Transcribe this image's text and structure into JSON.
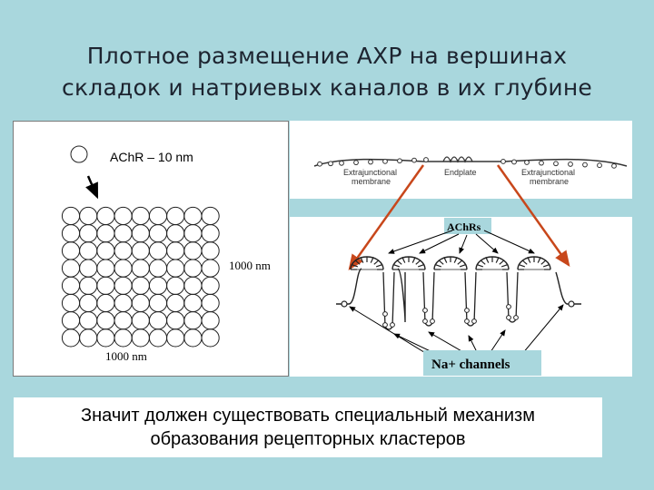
{
  "title": {
    "line1": "Плотное размещение АХР на вершинах",
    "line2": "складок и натриевых каналов в их глубине"
  },
  "left_diagram": {
    "single_circle_label": "AChR – 10 nm",
    "side_label": "1000 nm",
    "bottom_label": "1000 nm"
  },
  "right_diagram": {
    "label_extrajunctional_left_1": "Extrajunctional",
    "label_extrajunctional_left_2": "membrane",
    "label_endplate": "Endplate",
    "label_extrajunctional_right_1": "Extrajunctional",
    "label_extrajunctional_right_2": "membrane",
    "achrs_label": "AChRs",
    "na_channels_label": "Na+ channels"
  },
  "conclusion": {
    "line1": "Значит должен существовать специальный механизм",
    "line2": "образования рецепторных кластеров"
  },
  "colors": {
    "background": "#a9d7dd",
    "arrow_red": "#c8471b",
    "label_box": "#a9d7dd"
  }
}
